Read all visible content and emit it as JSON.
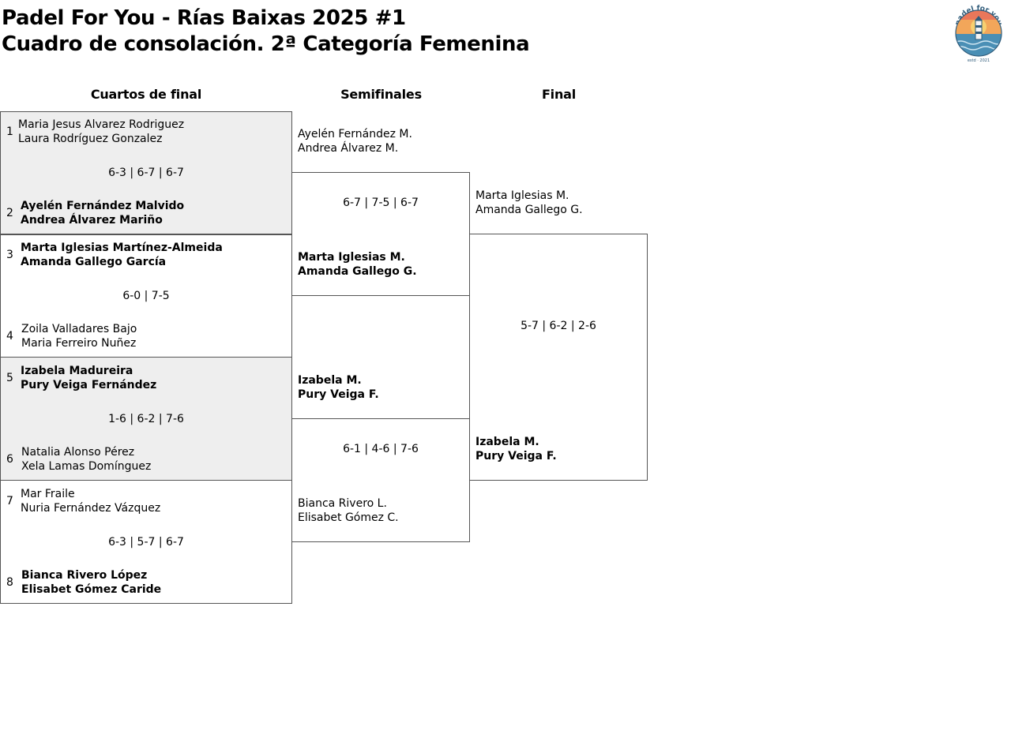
{
  "header": {
    "title_line1": "Padel For You - Rías Baixas 2025 #1",
    "title_line2": "Cuadro de consolación. 2ª Categoría Femenina"
  },
  "logo": {
    "icon": "padel-for-you-lighthouse-logo",
    "text_top": "padel for you",
    "text_bottom": "estd · 2021"
  },
  "rounds": {
    "quarterfinals": "Cuartos de final",
    "semifinals": "Semifinales",
    "final": "Final"
  },
  "quarterfinals": [
    {
      "score": "6-3 | 6-7 | 6-7",
      "top": {
        "seed": "1",
        "p1": "Maria Jesus Alvarez Rodriguez",
        "p2": "Laura Rodríguez Gonzalez"
      },
      "bottom": {
        "seed": "2",
        "p1": "Ayelén Fernández Malvido",
        "p2": "Andrea Álvarez Mariño"
      }
    },
    {
      "score": "6-0 | 7-5",
      "top": {
        "seed": "3",
        "p1": "Marta Iglesias Martínez-Almeida",
        "p2": "Amanda Gallego García"
      },
      "bottom": {
        "seed": "4",
        "p1": "Zoila Valladares Bajo",
        "p2": "Maria Ferreiro Nuñez"
      }
    },
    {
      "score": "1-6 | 6-2 | 7-6",
      "top": {
        "seed": "5",
        "p1": "Izabela Madureira",
        "p2": "Pury Veiga Fernández"
      },
      "bottom": {
        "seed": "6",
        "p1": "Natalia Alonso Pérez",
        "p2": "Xela Lamas Domínguez"
      }
    },
    {
      "score": "6-3 | 5-7 | 6-7",
      "top": {
        "seed": "7",
        "p1": "Mar Fraile",
        "p2": "Nuria Fernández Vázquez"
      },
      "bottom": {
        "seed": "8",
        "p1": "Bianca Rivero López",
        "p2": "Elisabet Gómez Caride"
      }
    }
  ],
  "semifinals": [
    {
      "score": "6-7 | 7-5 | 6-7",
      "top": {
        "p1": "Ayelén Fernández M.",
        "p2": "Andrea Álvarez M."
      },
      "bottom": {
        "p1": "Marta Iglesias M.",
        "p2": "Amanda Gallego G."
      }
    },
    {
      "score": "6-1 | 4-6 | 7-6",
      "top": {
        "p1": "Izabela M.",
        "p2": "Pury Veiga F."
      },
      "bottom": {
        "p1": "Bianca Rivero L.",
        "p2": "Elisabet Gómez C."
      }
    }
  ],
  "final": {
    "score": "5-7 | 6-2 | 2-6",
    "top": {
      "p1": "Marta Iglesias M.",
      "p2": "Amanda Gallego G."
    },
    "bottom": {
      "p1": "Izabela M.",
      "p2": "Pury Veiga F."
    }
  }
}
